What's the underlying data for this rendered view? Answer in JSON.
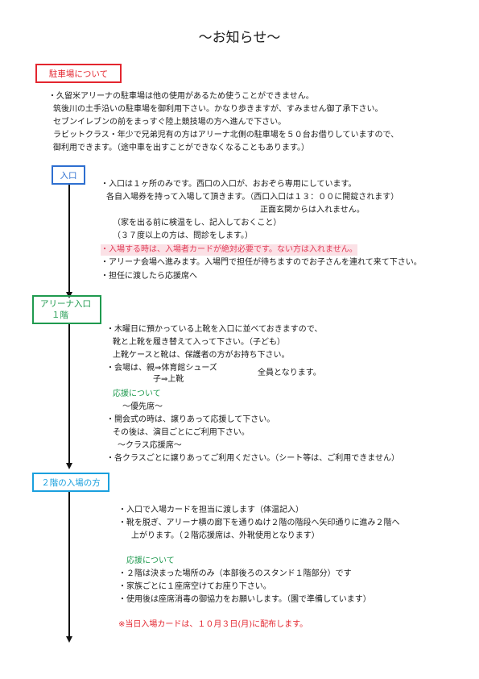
{
  "title": "～お知らせ～",
  "parking": {
    "heading": "駐車場について",
    "lines": [
      "・久留米アリーナの駐車場は他の使用があるため使うことができません。",
      "筑後川の土手沿いの駐車場を御利用下さい。かなり歩きますが、すみません御了承下さい。",
      "セブンイレブンの前をまっすぐ陸上競技場の方へ進んで下さい。",
      "ラビットクラス・年少で兄弟児有の方はアリーナ北側の駐車場を５０台お借りしていますので、",
      "御利用できます。（途中車を出すことができなくなることもあります。）"
    ]
  },
  "entrance": {
    "heading": "入口",
    "lines": [
      "・入口は１ヶ所のみです。西口の入口が、おおぞら専用にしています。",
      "各自入場券を持って入場して頂きます。（西口入口は１３：００に開錠されます）",
      "正面玄関からは入れません。",
      "（家を出る前に検温をし、記入しておくこと）",
      "（３７度以上の方は、問診をします。）",
      "・入場する時は、入場者カードが絶対必要です。ない方は入れません。",
      "・アリーナ会場へ進みます。入場門で担任が待ちますのでお子さんを連れて来て下さい。",
      "・担任に渡したら応援席へ"
    ]
  },
  "arena1": {
    "heading_line1": "アリーナ入口",
    "heading_line2": "１階",
    "lines": [
      "・木曜日に預かっている上靴を入口に並べておきますので、",
      "靴と上靴を履き替えて入って下さい。（子ども）",
      "上靴ケースと靴は、保護者の方がお持ち下さい。",
      "・会場は、親⇒体育館シューズ",
      "子⇒上靴",
      "全員となります。",
      "応援について",
      "～優先席～",
      "・開会式の時は、譲りあって応援して下さい。",
      "その後は、演目ごとにご利用下さい。",
      "～クラス応援席～",
      "・各クラスごとに譲りあってご利用ください。（シート等は、ご利用できません）"
    ]
  },
  "floor2": {
    "heading": "２階の入場の方",
    "lines": [
      "・入口で入場カードを担当に渡します（体温記入）",
      "・靴を脱ぎ、アリーナ横の廊下を通りぬけ２階の階段へ矢印通りに進み２階へ",
      "上がります。（２階応援席は、外靴使用となります）",
      "応援について",
      "・２階は決まった場所のみ（本部後ろのスタンド１階部分）です",
      "・家族ごとに１座席空けてお座り下さい。",
      "・使用後は座席消毒の御協力をお願いします。（園で準備しています）",
      "※当日入場カードは、１０月３日(月)に配布します。"
    ]
  },
  "colors": {
    "red": "#e3262f",
    "blue": "#2e6fd0",
    "green": "#1f9a4f",
    "cyan": "#1aa0de",
    "highlight": "#fbe1e6"
  }
}
